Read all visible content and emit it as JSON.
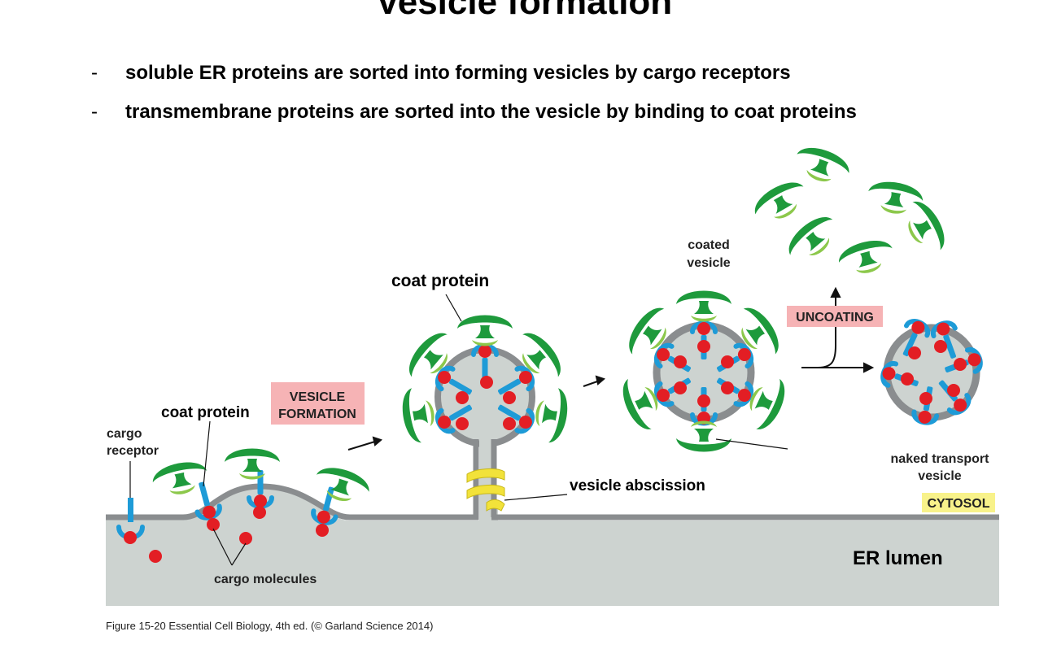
{
  "title": "Vesicle formation",
  "bullets": [
    "soluble ER proteins are sorted into forming vesicles by cargo receptors",
    "transmembrane proteins are sorted into the vesicle by binding to coat proteins"
  ],
  "bullet_marker": "-",
  "labels": {
    "coat_protein_top": "coat protein",
    "coat_protein_left": "coat protein",
    "cargo_receptor_1": "cargo",
    "cargo_receptor_2": "receptor",
    "vesicle_formation_1": "VESICLE",
    "vesicle_formation_2": "FORMATION",
    "cargo_molecules": "cargo molecules",
    "vesicle_abscission": "vesicle abscission",
    "coated_vesicle_1": "coated",
    "coated_vesicle_2": "vesicle",
    "uncoating": "UNCOATING",
    "naked_vesicle_1": "naked transport",
    "naked_vesicle_2": "vesicle",
    "cytosol": "CYTOSOL",
    "er_lumen": "ER lumen"
  },
  "caption": "Figure 15-20  Essential Cell Biology, 4th ed. (© Garland Science 2014)",
  "colors": {
    "coat_dark_green": "#1e9a3c",
    "adaptin_light_green": "#8cc84b",
    "receptor_blue": "#1e9bd7",
    "cargo_red": "#e31e24",
    "membrane_grey": "#8a8d8f",
    "lumen_grey": "#cdd3d0",
    "label_pink": "#f6b3b5",
    "label_yellow": "#f8f28a",
    "gtp_yellow": "#f2e23a"
  }
}
